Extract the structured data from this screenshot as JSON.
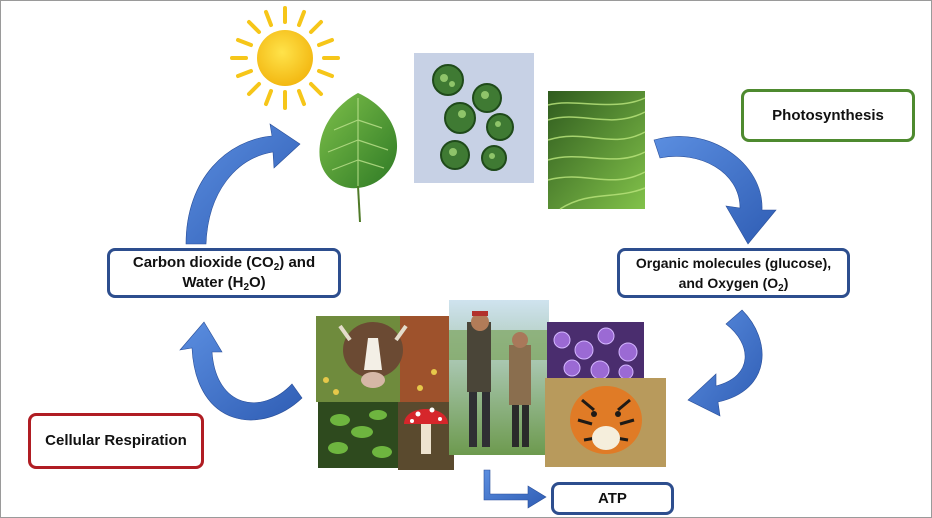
{
  "labels": {
    "photosynthesis": "Photosynthesis",
    "cellular_respiration": "Cellular Respiration",
    "atp": "ATP",
    "co2_water": {
      "line1_a": "Carbon dioxide (CO",
      "line1_sub": "2",
      "line1_b": ") and",
      "line2_a": "Water (H",
      "line2_sub": "2",
      "line2_b": "O)"
    },
    "organic": {
      "line1": "Organic molecules (glucose),",
      "line2_a": "and Oxygen (O",
      "line2_sub": "2",
      "line2_b": ")"
    }
  },
  "colors": {
    "arrow_blue": "#3b6cc4",
    "box_blue": "#2d4e8e",
    "box_green": "#4e8a2f",
    "box_red": "#b01d23",
    "sun": "#f6c619"
  },
  "icons": [
    "sun-icon",
    "leaf-icon",
    "algae-cells-image",
    "seagrass-image",
    "cow-image",
    "farmers-image",
    "bacteria-image",
    "plant-image",
    "mushroom-image",
    "tiger-image"
  ]
}
